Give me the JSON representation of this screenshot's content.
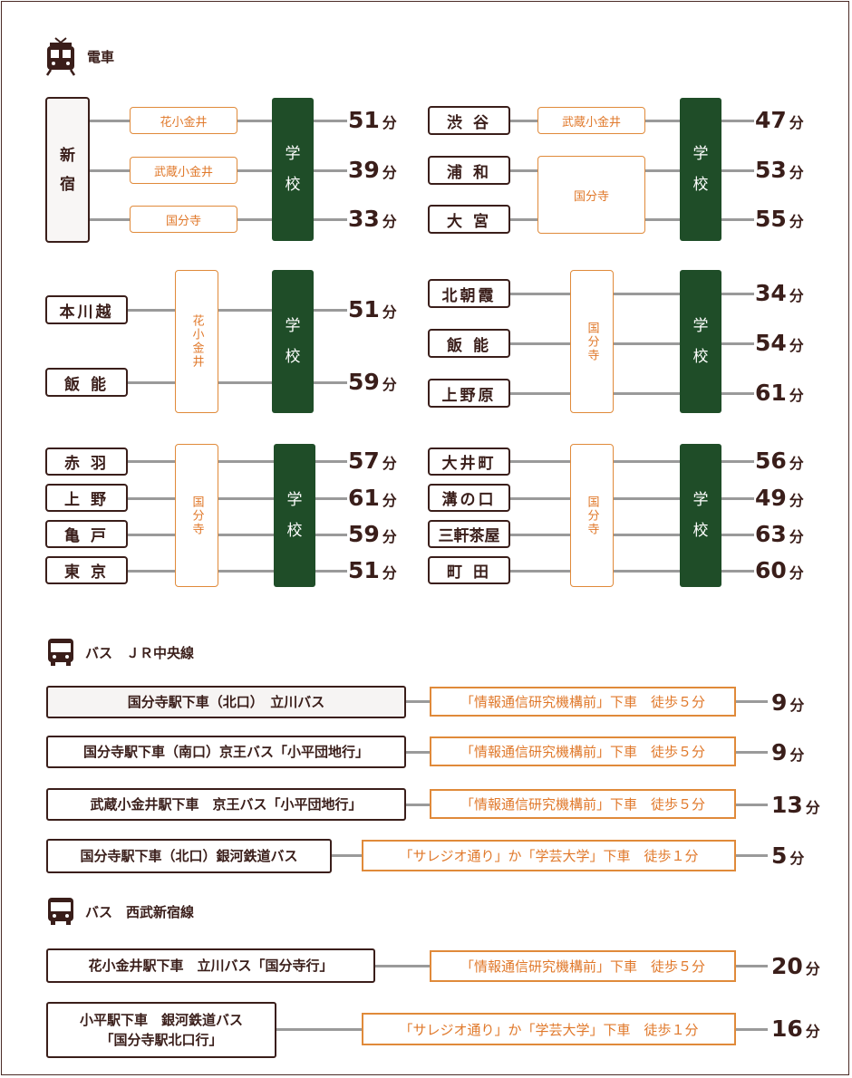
{
  "headers": {
    "train": "電車",
    "bus_jr": "バス　ＪＲ中央線",
    "bus_seibu": "バス　西武新宿線"
  },
  "school": {
    "line1": "学",
    "line2": "校"
  },
  "unit": "分",
  "train": {
    "shinjuku": {
      "origin_top": "新",
      "origin_bottom": "宿",
      "vias": [
        "花小金井",
        "武蔵小金井",
        "国分寺"
      ],
      "times": [
        "51",
        "39",
        "33"
      ]
    },
    "shibuya_group": {
      "stations": [
        "渋 谷",
        "浦 和",
        "大 宮"
      ],
      "via_top": "武蔵小金井",
      "via_shared": "国分寺",
      "times": [
        "47",
        "53",
        "55"
      ]
    },
    "honkawagoe_group": {
      "stations": [
        "本川越",
        "飯 能"
      ],
      "via": "花小金井",
      "times": [
        "51",
        "59"
      ]
    },
    "kitaasaka_group": {
      "stations": [
        "北朝霞",
        "飯 能",
        "上野原"
      ],
      "via": "国分寺",
      "times": [
        "34",
        "54",
        "61"
      ]
    },
    "akabane_group": {
      "stations": [
        "赤 羽",
        "上 野",
        "亀 戸",
        "東 京"
      ],
      "via": "国分寺",
      "times": [
        "57",
        "61",
        "59",
        "51"
      ]
    },
    "oimachi_group": {
      "stations": [
        "大井町",
        "溝の口",
        "三軒茶屋",
        "町 田"
      ],
      "via": "国分寺",
      "times": [
        "56",
        "49",
        "63",
        "60"
      ]
    }
  },
  "bus_jr": [
    {
      "route": "国分寺駅下車（北口）　立川バス",
      "walk": "「情報通信研究機構前」下車　徒歩５分",
      "time": "9"
    },
    {
      "route": "国分寺駅下車（南口）京王バス「小平団地行」",
      "walk": "「情報通信研究機構前」下車　徒歩５分",
      "time": "9"
    },
    {
      "route": "武蔵小金井駅下車　京王バス「小平団地行」",
      "walk": "「情報通信研究機構前」下車　徒歩５分",
      "time": "13"
    },
    {
      "route": "国分寺駅下車（北口）銀河鉄道バス",
      "walk": "「サレジオ通り」か「学芸大学」下車　徒歩１分",
      "time": "5"
    }
  ],
  "bus_seibu": [
    {
      "route": "花小金井駅下車　立川バス「国分寺行」",
      "walk": "「情報通信研究機構前」下車　徒歩５分",
      "time": "20"
    },
    {
      "route_line1": "小平駅下車　銀河鉄道バス",
      "route_line2": "「国分寺駅北口行」",
      "walk": "「サレジオ通り」か「学芸大学」下車　徒歩１分",
      "time": "16"
    }
  ]
}
